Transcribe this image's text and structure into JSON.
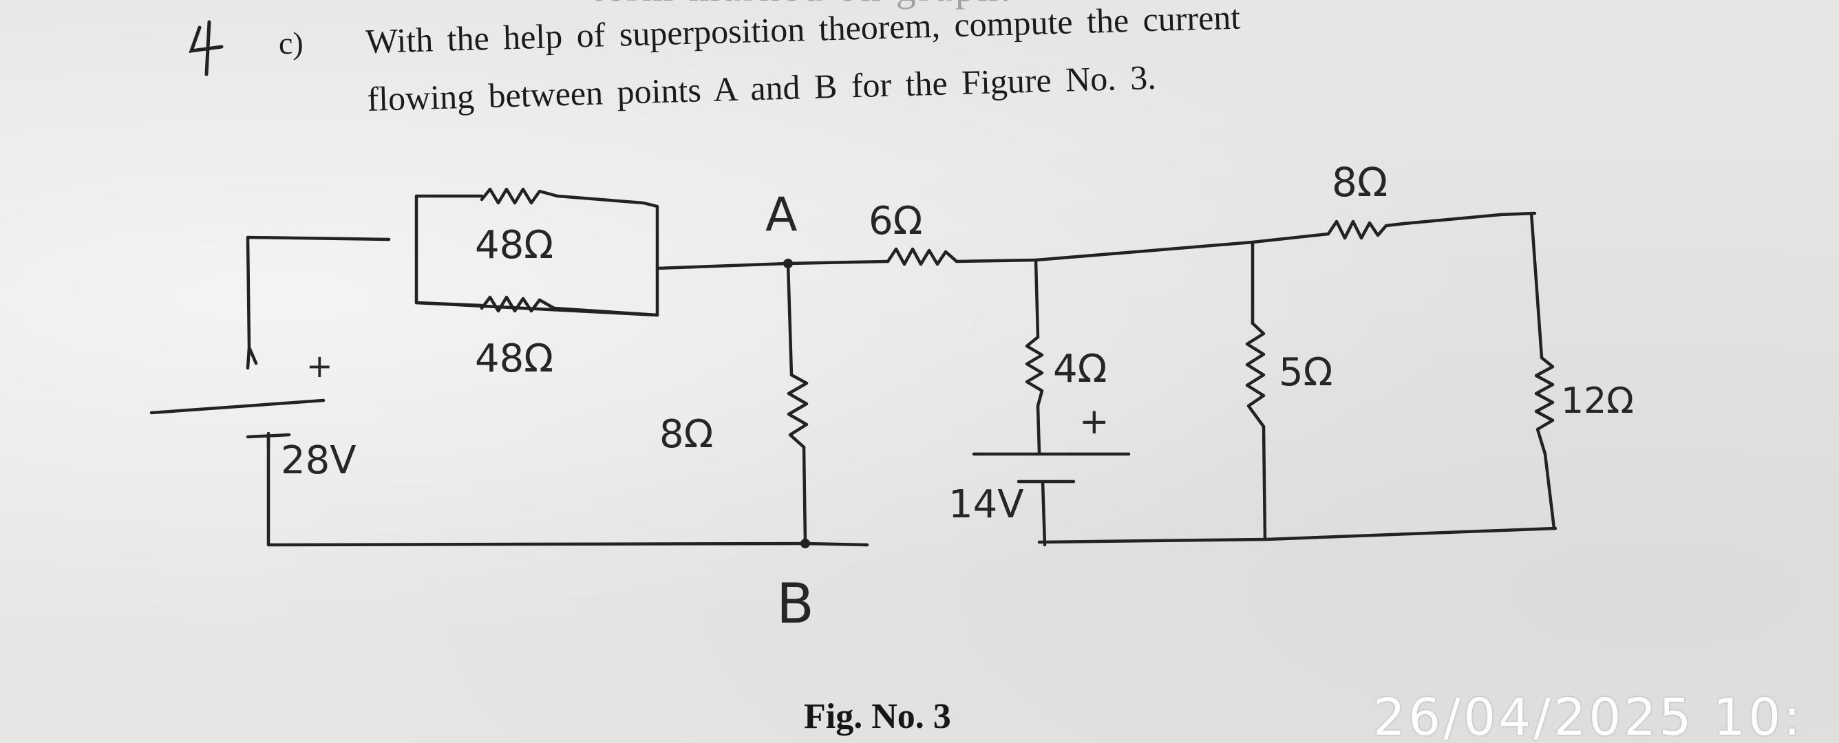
{
  "page_header_partial": "term marked on graph.",
  "question": {
    "margin_mark": "4",
    "label": "c)",
    "line1": "With the help of superposition theorem, compute the current",
    "line2": "flowing between points A and B for the Figure No. 3."
  },
  "figure": {
    "caption": "Fig. No. 3",
    "nodes": {
      "a": "A",
      "b": "B"
    },
    "resistors": {
      "r48_top": "48Ω",
      "r48_bottom": "48Ω",
      "r6": "6Ω",
      "r8_ab": "8Ω",
      "r4": "4Ω",
      "r5": "5Ω",
      "r8_top": "8Ω",
      "r12": "12Ω"
    },
    "sources": {
      "battery_left": {
        "voltage": "28V",
        "polarity": "+"
      },
      "battery_middle": {
        "voltage": "14V",
        "polarity": "+"
      }
    }
  },
  "timestamp": "26/04/2025 10:"
}
